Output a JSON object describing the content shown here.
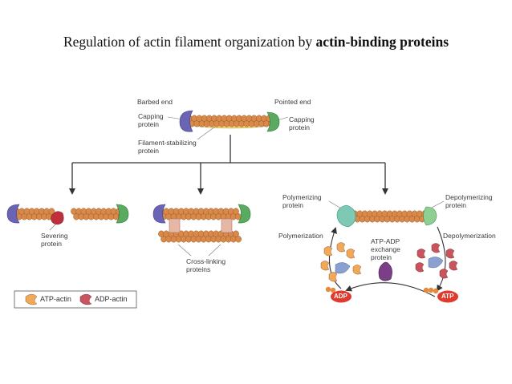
{
  "title": {
    "prefix": "Regulation of actin filament organization by ",
    "bold": "actin-binding proteins"
  },
  "labels": {
    "barbed_end": "Barbed end",
    "pointed_end": "Pointed end",
    "capping_left_1": "Capping",
    "capping_left_2": "protein",
    "capping_right_1": "Capping",
    "capping_right_2": "protein",
    "stabilizing_1": "Filament-stabilizing",
    "stabilizing_2": "protein",
    "severing_1": "Severing",
    "severing_2": "protein",
    "crosslinking_1": "Cross-linking",
    "crosslinking_2": "proteins",
    "polymerizing_1": "Polymerizing",
    "polymerizing_2": "protein",
    "depolymerizing_1": "Depolymerizing",
    "depolymerizing_2": "protein",
    "polymerization": "Polymerization",
    "depolymerization": "Depolymerization",
    "exchange_1": "ATP-ADP",
    "exchange_2": "exchange",
    "exchange_3": "protein",
    "adp": "ADP",
    "atp": "ATP"
  },
  "legend": {
    "atp_actin": "ATP-actin",
    "adp_actin": "ADP-actin"
  },
  "colors": {
    "actin": "#d98a4a",
    "actin_stroke": "#9a5a25",
    "adp_actin": "#c8555e",
    "capping_purple": "#6a64b5",
    "capping_green": "#5aaa62",
    "stabilizer": "#f0d878",
    "severing": "#c0303c",
    "crosslinker": "#e7b7a6",
    "polymerizing": "#7dc9b4",
    "exchange": "#7a3f86",
    "atp_actin_small": "#f0a85a",
    "arrow": "#333333"
  }
}
